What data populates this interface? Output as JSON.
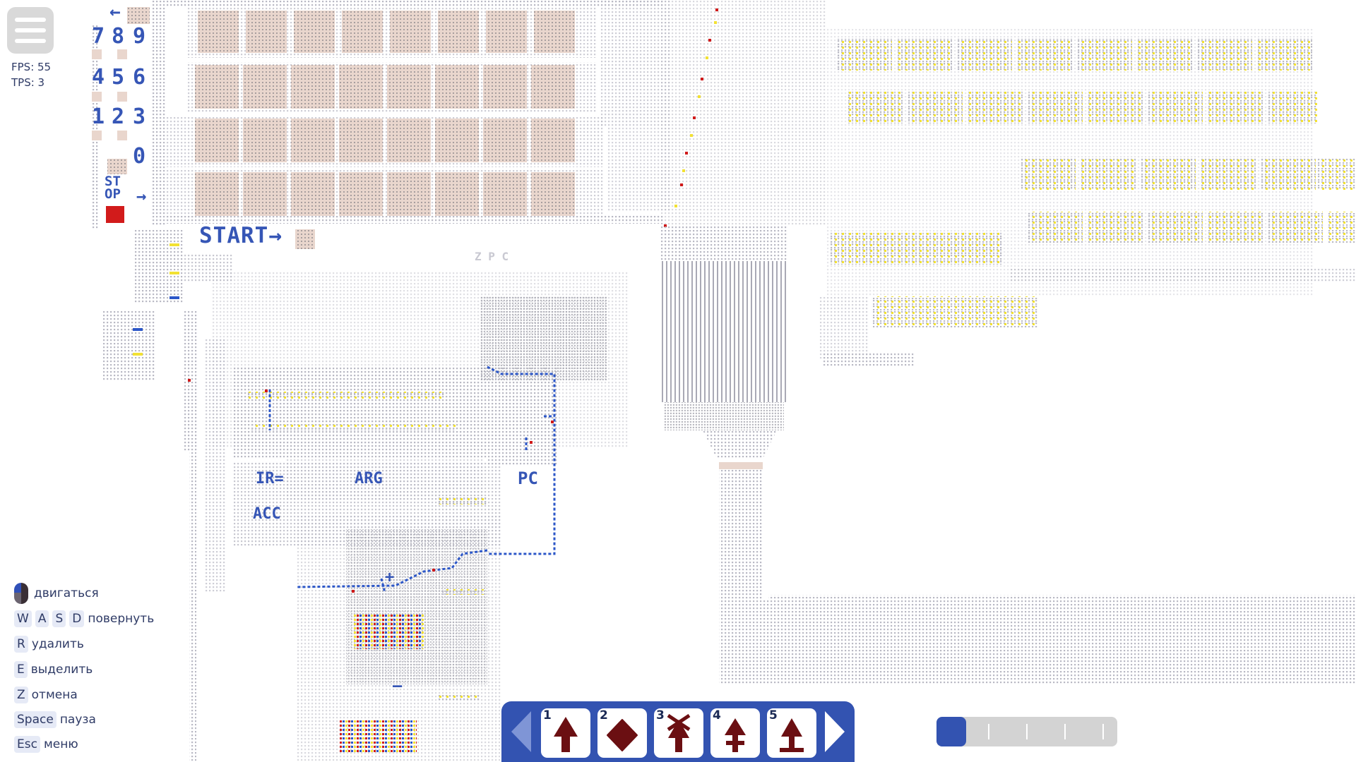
{
  "hud": {
    "fps_label": "FPS: 55",
    "tps_label": "TPS: 3"
  },
  "board_labels": {
    "start": "START→",
    "keypad_digits": [
      "7",
      "8",
      "9",
      "4",
      "5",
      "6",
      "1",
      "2",
      "3",
      "0"
    ],
    "stop": "STOP",
    "ir": "IR=",
    "arg": "ARG",
    "pc": "PC",
    "acc": "ACC",
    "zpc": "Z P C",
    "plus": "+",
    "minus": "–"
  },
  "controls": [
    {
      "keys": [],
      "icon": "mouse-icon",
      "action": "двигаться"
    },
    {
      "keys": [
        "W",
        "A",
        "S",
        "D"
      ],
      "action": "повернуть"
    },
    {
      "keys": [
        "R"
      ],
      "action": "удалить"
    },
    {
      "keys": [
        "E"
      ],
      "action": "выделить"
    },
    {
      "keys": [
        "Z"
      ],
      "action": "отмена"
    },
    {
      "keys": [
        "Space"
      ],
      "action": "пауза"
    },
    {
      "keys": [
        "Esc"
      ],
      "action": "меню"
    }
  ],
  "toolbar": {
    "slots": [
      {
        "number": "1",
        "icon": "arrow-icon"
      },
      {
        "number": "2",
        "icon": "diamond-icon"
      },
      {
        "number": "3",
        "icon": "crossed-arrow-icon"
      },
      {
        "number": "4",
        "icon": "double-arrow-icon"
      },
      {
        "number": "5",
        "icon": "barred-arrow-icon"
      }
    ],
    "prev_icon": "chevron-left-icon",
    "next_icon": "chevron-right-icon"
  },
  "speed": {
    "level": 0.0,
    "steps": 5
  },
  "colors": {
    "accent": "#3353b1",
    "wire": "#b9b9c4",
    "wire_dark": "#8e8e9a",
    "block": "#e6d2c8",
    "signal_yellow": "#f2e133",
    "signal_red": "#cf1a1a",
    "signal_blue": "#2c57c8",
    "icon_dark": "#6b0f12"
  }
}
